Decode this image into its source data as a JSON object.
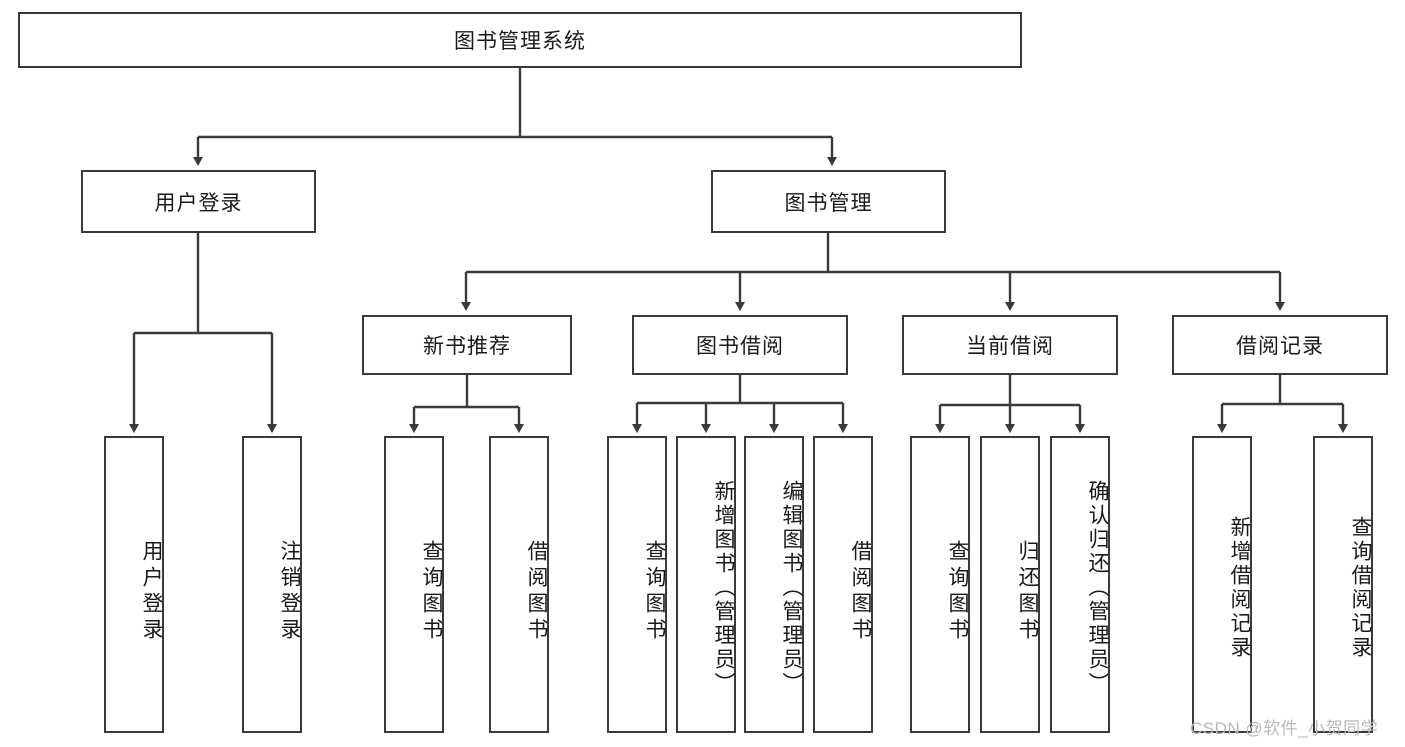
{
  "diagram": {
    "title": "图书管理系统",
    "type": "hierarchy-tree",
    "root": {
      "label": "图书管理系统"
    },
    "level2": [
      {
        "label": "用户登录"
      },
      {
        "label": "图书管理"
      }
    ],
    "level3": [
      {
        "label": "新书推荐"
      },
      {
        "label": "图书借阅"
      },
      {
        "label": "当前借阅"
      },
      {
        "label": "借阅记录"
      }
    ],
    "leaves": {
      "user_login": [
        {
          "label": "用户登录"
        },
        {
          "label": "注销登录"
        }
      ],
      "new_book_recommend": [
        {
          "label": "查询图书"
        },
        {
          "label": "借阅图书"
        }
      ],
      "book_borrow": [
        {
          "label": "查询图书"
        },
        {
          "label": "新增图书（管理员）"
        },
        {
          "label": "编辑图书（管理员）"
        },
        {
          "label": "借阅图书"
        }
      ],
      "current_borrow": [
        {
          "label": "查询图书"
        },
        {
          "label": "归还图书"
        },
        {
          "label": "确认归还（管理员）"
        }
      ],
      "borrow_records": [
        {
          "label": "新增借阅记录"
        },
        {
          "label": "查询借阅记录"
        }
      ]
    }
  },
  "watermark": {
    "text": "CSDN @软件_小贺同学"
  },
  "colors": {
    "stroke": "#3a3a3a",
    "text": "#1a1a1a",
    "background": "#ffffff",
    "watermark": "#b9b9b9"
  }
}
